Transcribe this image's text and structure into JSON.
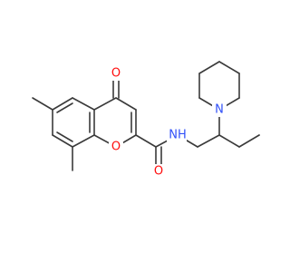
{
  "structure": {
    "atoms": [
      {
        "id": "O_carbonyl",
        "symbol": "O",
        "color": "#ff0d0d"
      },
      {
        "id": "O_ring",
        "symbol": "O",
        "color": "#ff0d0d"
      },
      {
        "id": "O_amide",
        "symbol": "O",
        "color": "#ff0d0d"
      },
      {
        "id": "N_amide",
        "symbol": "NH",
        "color": "#3050f8"
      },
      {
        "id": "N_piperidine",
        "symbol": "N",
        "color": "#3050f8"
      }
    ]
  }
}
